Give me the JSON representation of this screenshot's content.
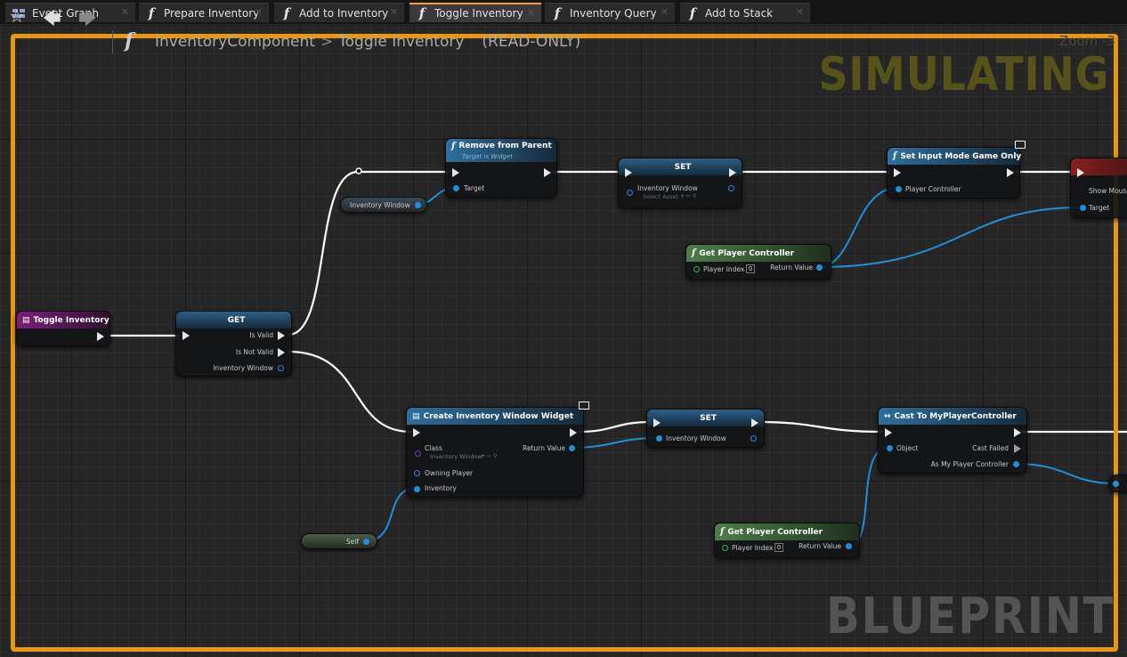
{
  "tabs": [
    {
      "label": "Event Graph",
      "icon": "event-graph-icon"
    },
    {
      "label": "Prepare Inventory",
      "icon": "function-icon"
    },
    {
      "label": "Add to Inventory",
      "icon": "function-icon"
    },
    {
      "label": "Toggle Inventory",
      "icon": "function-icon",
      "active": true
    },
    {
      "label": "Inventory Query",
      "icon": "function-icon"
    },
    {
      "label": "Add to Stack",
      "icon": "function-icon"
    }
  ],
  "toolbar": {
    "favorite": "☆",
    "back": "🡄",
    "forward": "🡆",
    "function_glyph": "f"
  },
  "breadcrumb": {
    "owner": "InventoryComponent",
    "separator": ">",
    "function": "Toggle Inventory",
    "mode": "(READ-ONLY)"
  },
  "zoom": "Zoom -3",
  "watermarks": {
    "simulating": "SIMULATING",
    "type": "BLUEPRINT"
  },
  "colors": {
    "border": "#e8980f",
    "exec_wire": "#ffffff",
    "object_wire": "#1f8fd6"
  },
  "nodes": {
    "entry": {
      "title": "Toggle Inventory"
    },
    "get_validated": {
      "title": "GET",
      "pin_valid": "Is Valid",
      "pin_not_valid": "Is Not Valid",
      "pin_var": "Inventory Window"
    },
    "remove_from_parent": {
      "title": "Remove from Parent",
      "subtitle": "Target is Widget",
      "pin_target": "Target"
    },
    "inventory_window_var_top": {
      "label": "Inventory Window"
    },
    "set_top": {
      "title": "SET",
      "pin_var": "Inventory Window",
      "select_asset": "Select Asset"
    },
    "set_input_mode": {
      "title": "Set Input Mode Game Only",
      "pin_player_controller": "Player Controller"
    },
    "right_partial": {
      "pin_show": "Show Mouse",
      "pin_target": "Target"
    },
    "get_player_controller_top": {
      "title": "Get Player Controller",
      "pin_index": "Player Index",
      "index_value": "0",
      "pin_return": "Return Value"
    },
    "create_widget": {
      "title": "Create Inventory Window Widget",
      "pin_class": "Class",
      "class_value": "Inventory Window",
      "pin_return": "Return Value",
      "pin_owning": "Owning Player",
      "pin_inventory": "Inventory"
    },
    "self_var": {
      "label": "Self"
    },
    "set_bottom": {
      "title": "SET",
      "pin_var": "Inventory Window"
    },
    "cast": {
      "title": "Cast To MyPlayerController",
      "pin_object": "Object",
      "pin_cast_failed": "Cast Failed",
      "pin_as": "As My Player Controller"
    },
    "get_player_controller_bottom": {
      "title": "Get Player Controller",
      "pin_index": "Player Index",
      "index_value": "0",
      "pin_return": "Return Value"
    }
  }
}
